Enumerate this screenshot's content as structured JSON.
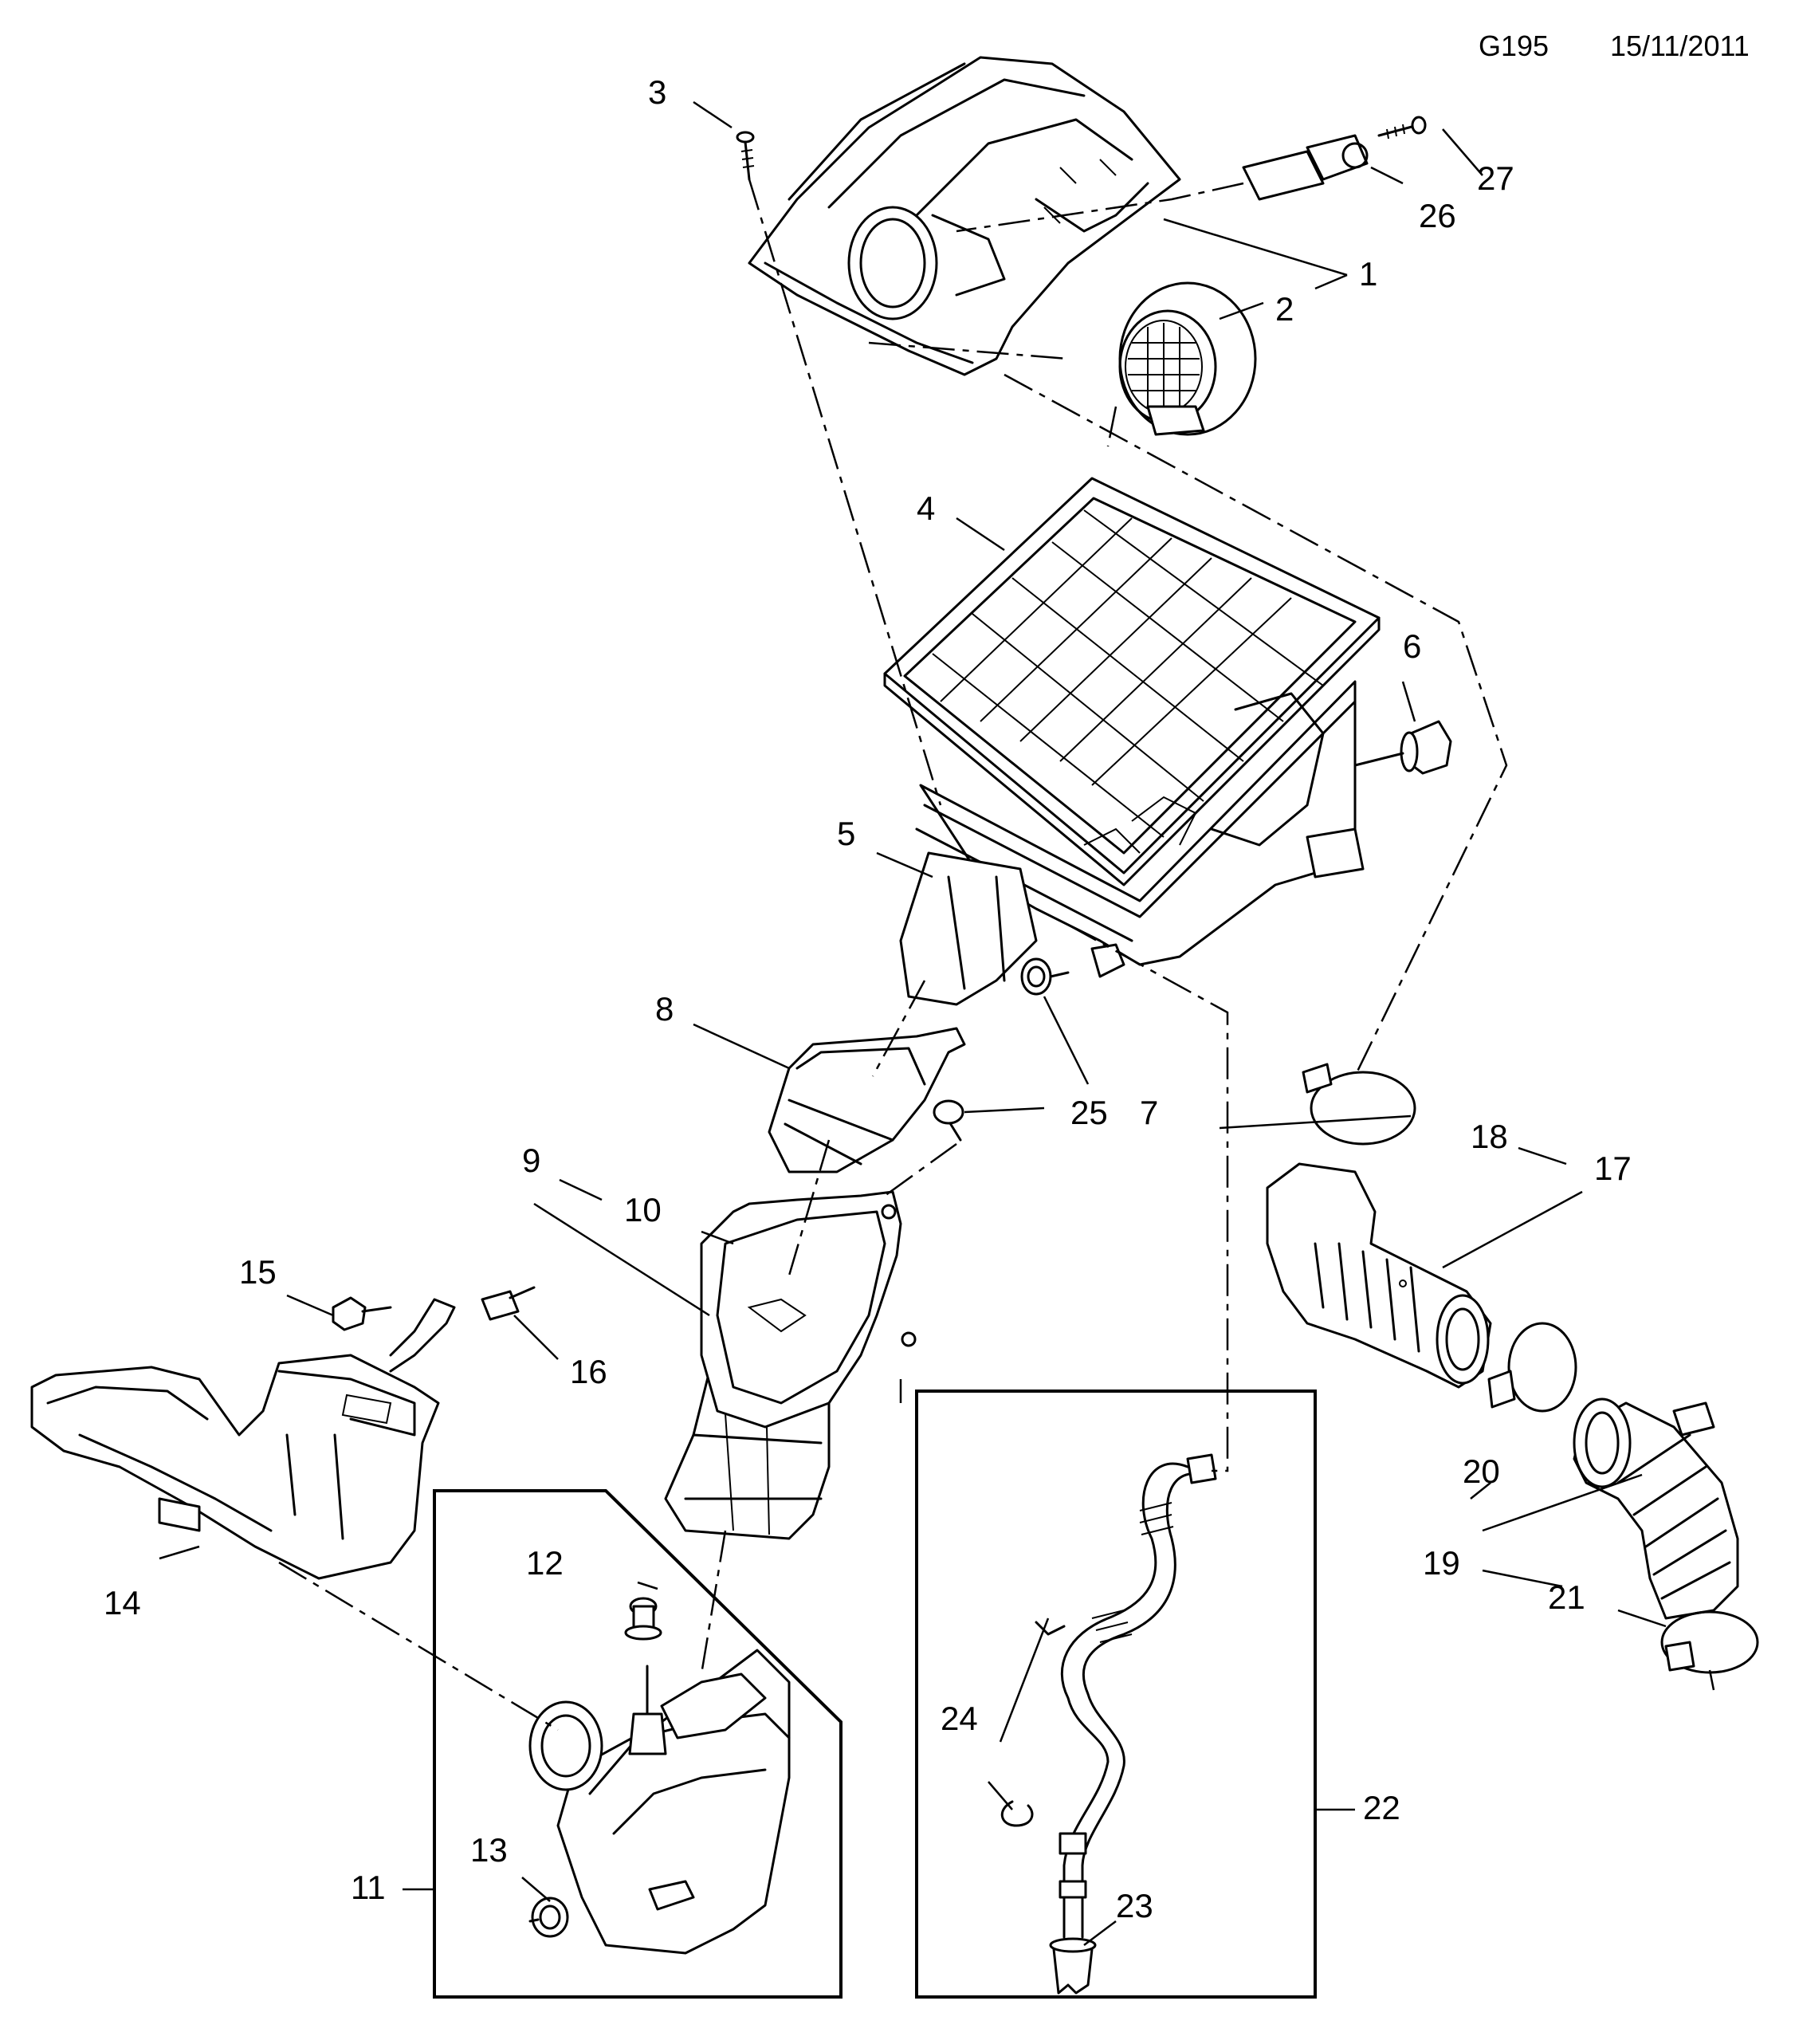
{
  "header": {
    "code": "G195",
    "date": "15/11/2011"
  },
  "callouts": [
    "1",
    "2",
    "3",
    "4",
    "5",
    "6",
    "7",
    "8",
    "9",
    "10",
    "11",
    "12",
    "13",
    "14",
    "15",
    "16",
    "17",
    "18",
    "19",
    "20",
    "21",
    "22",
    "23",
    "24",
    "25",
    "26",
    "27"
  ]
}
